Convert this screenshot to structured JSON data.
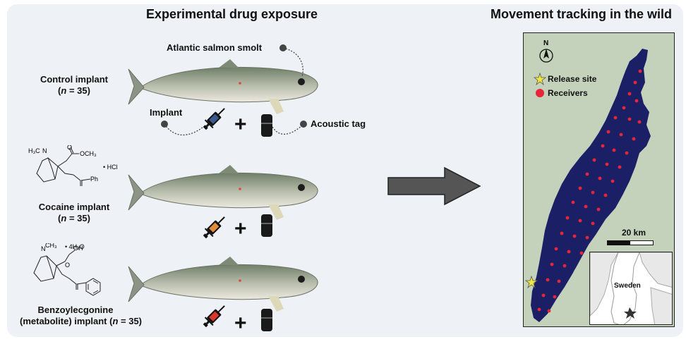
{
  "left": {
    "title": "Experimental drug exposure",
    "smolt_label": "Atlantic salmon smolt",
    "implant_label": "Implant",
    "tag_label": "Acoustic tag",
    "plus": "+",
    "groups": [
      {
        "line1": "Control implant",
        "line2_pre": "(",
        "n_symbol": "n",
        "line2_post": " = 35)"
      },
      {
        "line1": "Cocaine implant",
        "line2_pre": "(",
        "n_symbol": "n",
        "line2_post": " = 35)"
      },
      {
        "line1": "Benzoylecgonine",
        "line2_pre": "(metabolite) implant (",
        "n_symbol": "n",
        "line2_post": " = 35)"
      }
    ],
    "syringe_colors": [
      "#3a5a8c",
      "#e08a3c",
      "#d8392b"
    ],
    "cocaine_chem": {
      "methyl": "H₃C",
      "n": "N",
      "ester": "OCH₃",
      "o": "O",
      "ph": "Ph",
      "salt": "• HCl"
    },
    "bzg_chem": {
      "methyl": "CH₃",
      "n": "N",
      "acid": "OH",
      "o": "O",
      "hydrate": "• 4H₂O"
    }
  },
  "right": {
    "title": "Movement tracking in the wild",
    "north": "N",
    "legend_release": "Release site",
    "legend_receivers": "Receivers",
    "scale": "20 km",
    "inset_label": "Sweden",
    "lake_color": "#1b1f66",
    "receiver_color": "#e8263a",
    "release_color": "#f2e641"
  }
}
